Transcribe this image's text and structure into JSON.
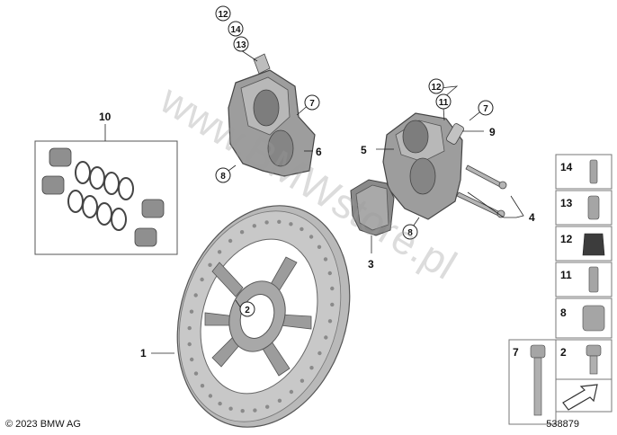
{
  "watermark": "www.BMWstore.pl",
  "copyright": "© 2023 BMW AG",
  "diagram_number": "538879",
  "callouts": {
    "c1": "1",
    "c2": "2",
    "c3": "3",
    "c4": "4",
    "c5": "5",
    "c6": "6",
    "c7a": "7",
    "c7b": "7",
    "c8a": "8",
    "c8b": "8",
    "c9": "9",
    "c10": "10",
    "c11": "11",
    "c12a": "12",
    "c12b": "12",
    "c13": "13",
    "c14": "14"
  },
  "legend": {
    "r14": "14",
    "r13": "13",
    "r12": "12",
    "r11": "11",
    "r8": "8",
    "r7": "7",
    "r2": "2"
  },
  "icons": [
    "brake-disc",
    "brake-caliper",
    "brake-pads",
    "piston-seal-kit",
    "bleed-screw",
    "bolt",
    "bushing",
    "cap",
    "next-arrow"
  ]
}
